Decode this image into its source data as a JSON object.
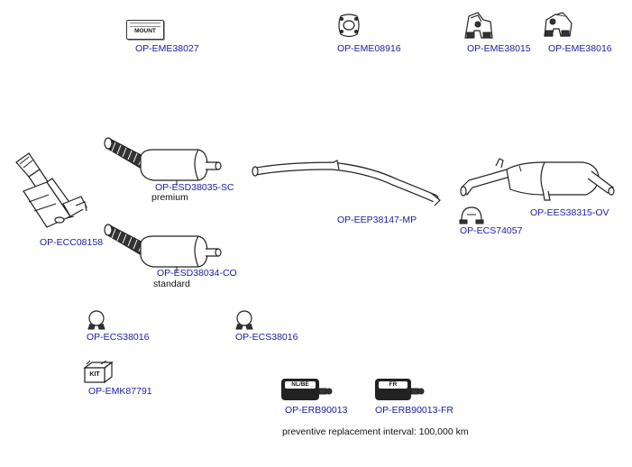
{
  "colors": {
    "code_link": "#1a1aa6",
    "note_text": "#111111",
    "line": "#222222"
  },
  "labels": {
    "mount_box": "MOUNT",
    "kit_box": "KIT",
    "nlbe_box": "NL/BE",
    "fr_box": "FR"
  },
  "parts": [
    {
      "code": "OP-EME38027",
      "icon": "mount-box-icon"
    },
    {
      "code": "OP-EME08916",
      "icon": "gasket-icon"
    },
    {
      "code": "OP-EME38015",
      "icon": "rubber-hanger-icon"
    },
    {
      "code": "OP-EME38016",
      "icon": "rubber-hanger-icon"
    },
    {
      "code": "OP-ECC08158",
      "icon": "catalytic-converter-icon"
    },
    {
      "code": "OP-ESD38035-SC",
      "icon": "particulate-filter-icon",
      "note": "premium"
    },
    {
      "code": "OP-ESD38034-CO",
      "icon": "particulate-filter-icon",
      "note": "standard"
    },
    {
      "code": "OP-EEP38147-MP",
      "icon": "intermediate-pipe-icon"
    },
    {
      "code": "OP-ECS74057",
      "icon": "clamp-icon"
    },
    {
      "code": "OP-EES38315-OV",
      "icon": "rear-silencer-icon"
    },
    {
      "code": "OP-ECS38016",
      "icon": "clamp-icon"
    },
    {
      "code": "OP-ECS38016",
      "icon": "clamp-icon"
    },
    {
      "code": "OP-EMK87791",
      "icon": "kit-box-icon"
    },
    {
      "code": "OP-ERB90013",
      "icon": "additive-nlbe-icon"
    },
    {
      "code": "OP-ERB90013-FR",
      "icon": "additive-fr-icon"
    }
  ],
  "footer_note": "preventive replacement interval: 100,000 km"
}
